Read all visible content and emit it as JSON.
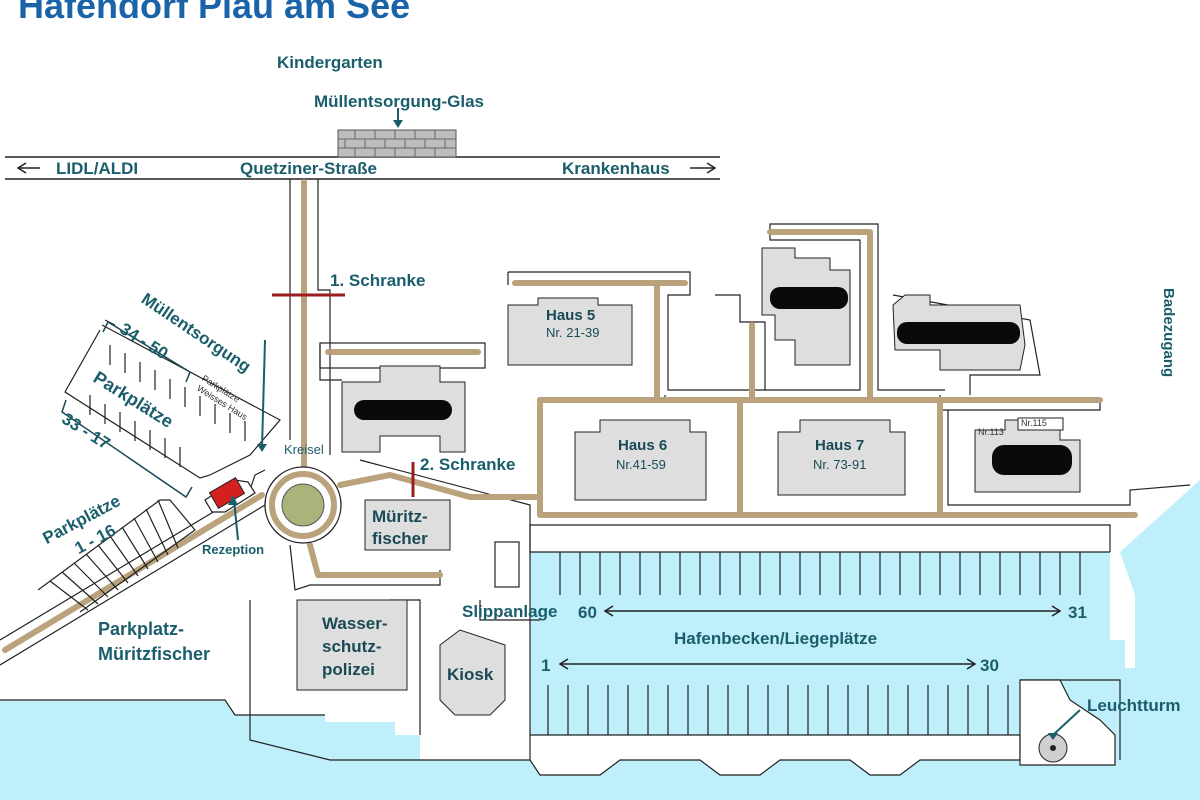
{
  "title": "Hafendorf Plau am See",
  "colors": {
    "water": "#bfeffa",
    "path": "#b9a27c",
    "building": "#dedede",
    "text": "#1a5e6b",
    "title": "#1a63a8",
    "barrier": "#9b1c1c",
    "reception": "#d42020",
    "roundabout": "#a9b37a"
  },
  "labels": {
    "kindergarten": "Kindergarten",
    "glass_disposal": "Müllentsorgung-Glas",
    "lidl_aldi": "LIDL/ALDI",
    "street": "Quetziner-Straße",
    "hospital": "Krankenhaus",
    "barrier1": "1. Schranke",
    "barrier2": "2. Schranke",
    "waste_disposal": "Müllentsorgung",
    "parking_34_50": "34 - 50",
    "parking_label": "Parkplätze",
    "parking_white_house_1": "Parkplätze",
    "parking_white_house_2": "Weisses Haus",
    "parking_33_17": "33 - 17",
    "roundabout": "Kreisel",
    "parking_1_16_a": "Parkplätze",
    "parking_1_16_b": "1 - 16",
    "reception": "Rezeption",
    "parking_mf_1": "Parkplatz-",
    "parking_mf_2": "Müritzfischer",
    "mueritzfischer_1": "Müritz-",
    "mueritzfischer_2": "fischer",
    "water_police_1": "Wasser-",
    "water_police_2": "schutz-",
    "water_police_3": "polizei",
    "kiosk": "Kiosk",
    "slipway": "Slippanlage",
    "harbor": "Hafenbecken/Liegeplätze",
    "berth_60": "60",
    "berth_31": "31",
    "berth_1": "1",
    "berth_30": "30",
    "lighthouse": "Leuchtturm",
    "beach_access": "Badezugang"
  },
  "houses": [
    {
      "name": "Haus 5",
      "numbers": "Nr. 21-39"
    },
    {
      "name": "Haus 6",
      "numbers": "Nr.41-59"
    },
    {
      "name": "Haus 7",
      "numbers": "Nr. 73-91"
    }
  ],
  "small_numbers": {
    "nr113": "Nr.113",
    "nr115": "Nr.115"
  }
}
